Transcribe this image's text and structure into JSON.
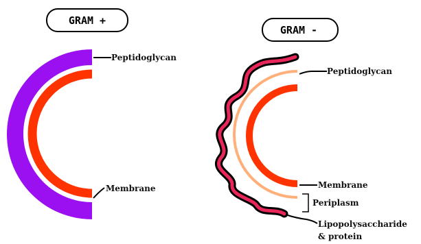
{
  "gram_positive": {
    "title": "GRAM +",
    "labels": {
      "peptidoglycan": "Peptidoglycan",
      "membrane": "Membrane"
    }
  },
  "gram_negative": {
    "title": "GRAM -",
    "labels": {
      "peptidoglycan": "Peptidoglycan",
      "membrane": "Membrane",
      "periplasm": "Periplasm",
      "lps_line1": "Lipopolysaccharide",
      "lps_line2": "& protein"
    }
  },
  "colors": {
    "peptidoglycan_thick": "#9b10f0",
    "membrane": "#ff3300",
    "peptidoglycan_thin": "#ffb07a",
    "outer_membrane": "#e8265a",
    "outline": "#000000"
  }
}
